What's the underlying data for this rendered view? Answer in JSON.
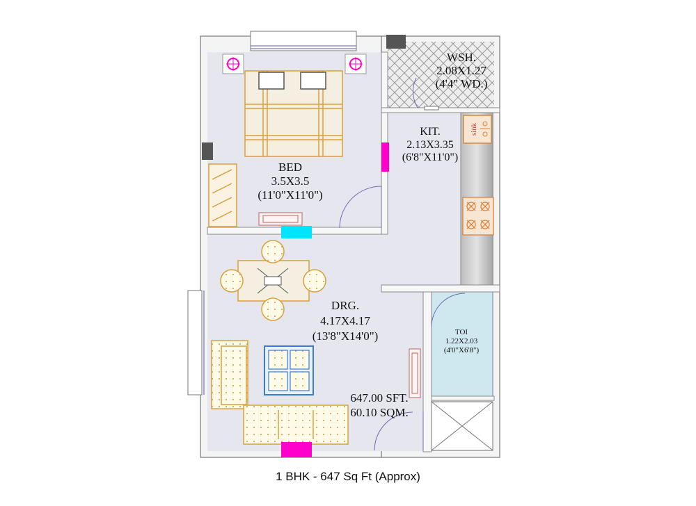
{
  "rooms": {
    "wsh": {
      "name": "WSH.",
      "size": "2.08X1.27",
      "imperial": "(4'4\" WD.)"
    },
    "kit": {
      "name": "KIT.",
      "size": "2.13X3.35",
      "imperial": "(6'8\"X11'0\")"
    },
    "bed": {
      "name": "BED",
      "size": "3.5X3.5",
      "imperial": "(11'0\"X11'0\")"
    },
    "drg": {
      "name": "DRG.",
      "size": "4.17X4.17",
      "imperial": "(13'8\"X14'0\")"
    },
    "toi": {
      "name": "TOI",
      "size": "1.22X2.03",
      "imperial": "(4'0\"X6'8\")"
    }
  },
  "fixtures": {
    "sink": "sink"
  },
  "area": {
    "sft": "647.00 SFT.",
    "sqm": "60.10 SQM."
  },
  "caption": "1 BHK  - 647 Sq Ft (Approx)",
  "colors": {
    "wall": "#f2f2f2",
    "floor": "#e8e8f0",
    "furniture": "#d9a03a",
    "door_marker": "#ff00cc",
    "opening_marker": "#00e5ff",
    "toilet_floor": "#cfe8f0"
  }
}
